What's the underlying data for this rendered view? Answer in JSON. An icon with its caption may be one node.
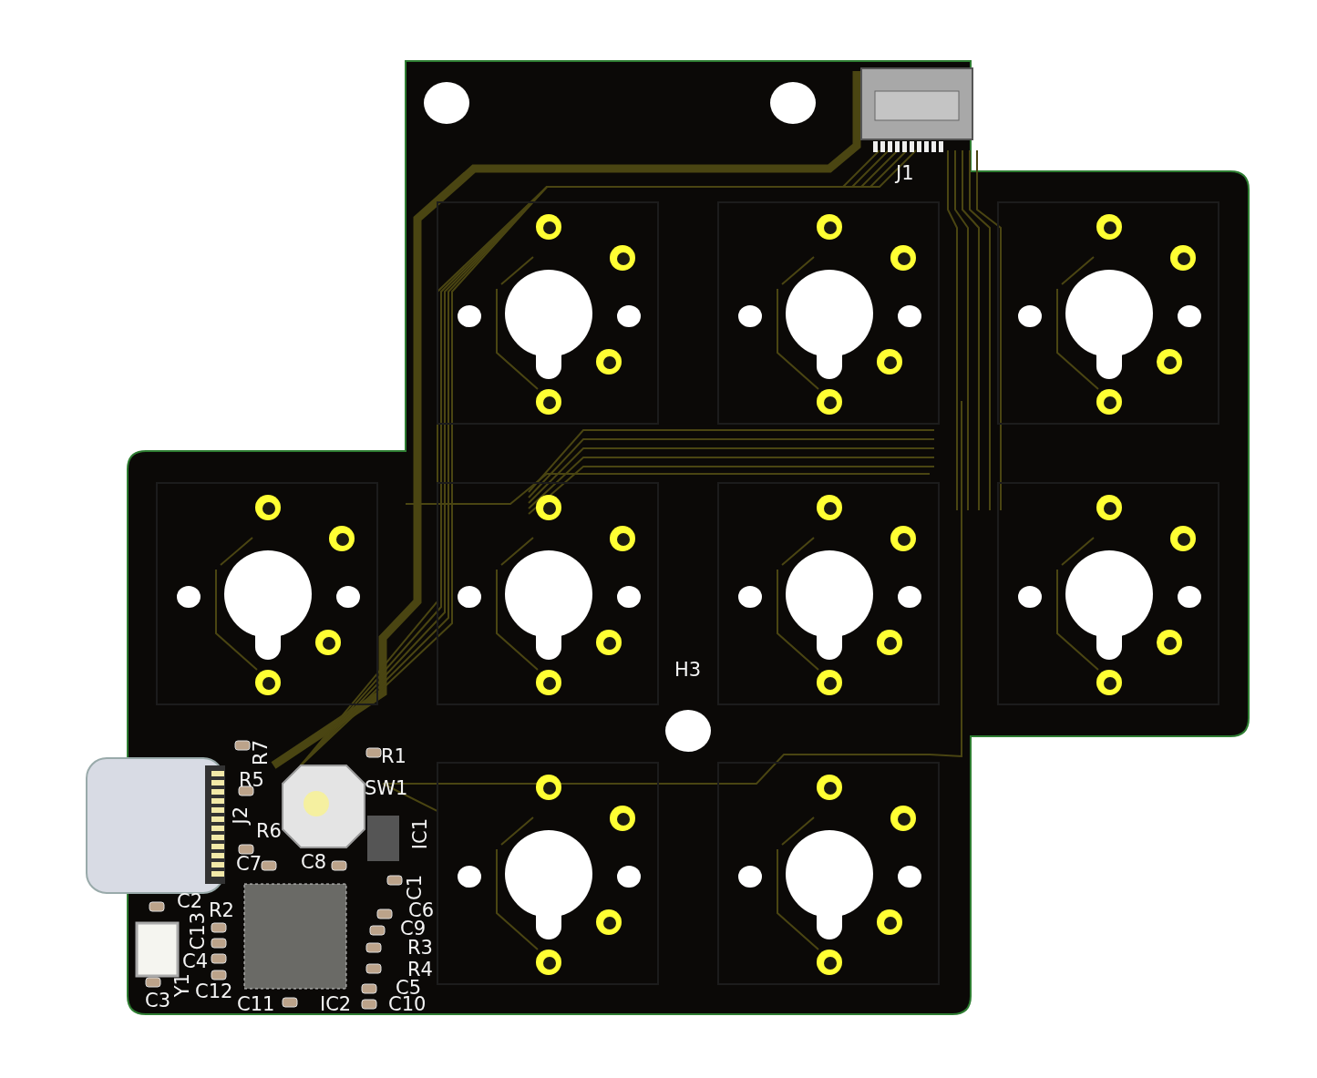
{
  "diagram": {
    "labels": [
      "J1",
      "H3",
      "R1",
      "R7",
      "R5",
      "SW1",
      "J2",
      "R6",
      "IC1",
      "C7",
      "C8",
      "C1",
      "C6",
      "C2",
      "R2",
      "C13",
      "C9",
      "R3",
      "C4",
      "R4",
      "C5",
      "Y1",
      "C12",
      "C3",
      "C11",
      "IC2",
      "C10"
    ]
  }
}
